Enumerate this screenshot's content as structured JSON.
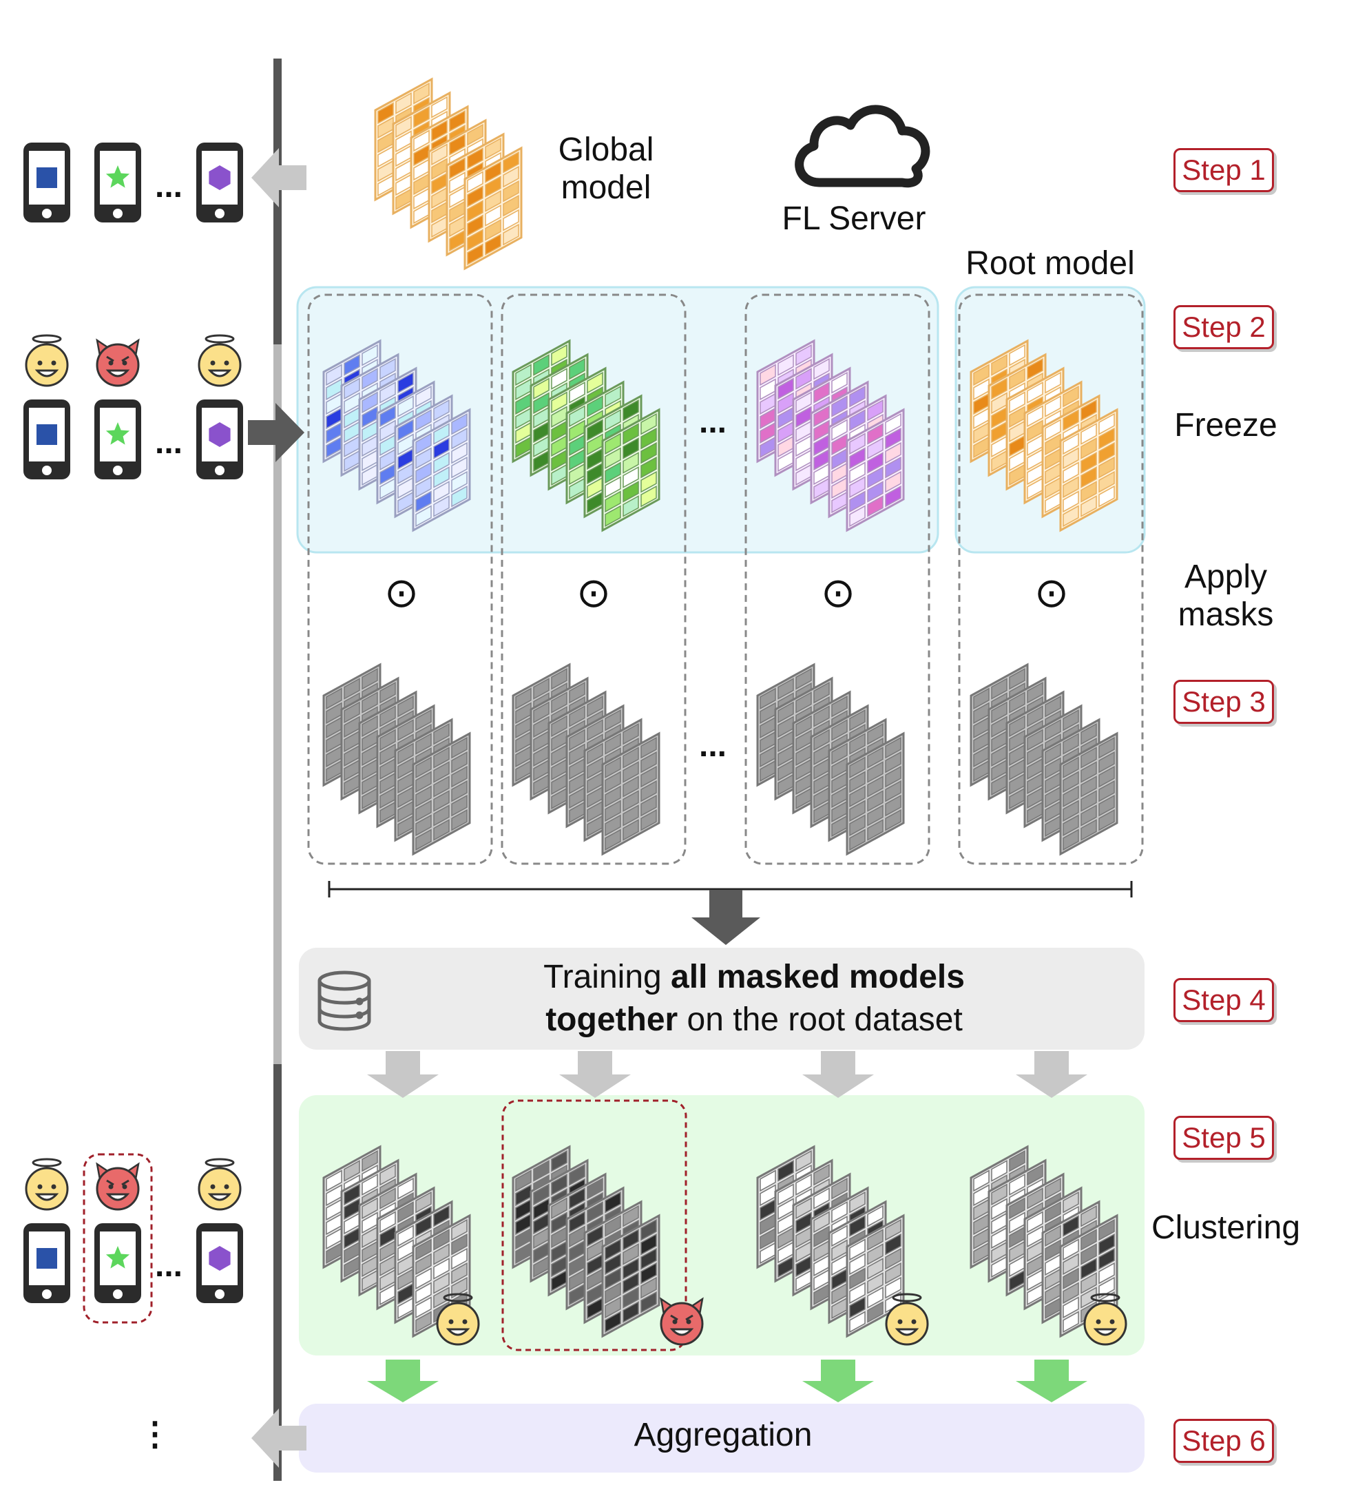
{
  "labels": {
    "global_model": "Global\nmodel",
    "fl_server": "FL Server",
    "root_model": "Root model",
    "freeze": "Freeze",
    "apply_masks": "Apply\nmasks",
    "clustering": "Clustering",
    "aggregation": "Aggregation",
    "training_part1": "Training ",
    "training_bold1": "all masked models",
    "training_bold2": "together",
    "training_part2": " on the root dataset",
    "ellipsis": "...",
    "vellipsis": "⋮",
    "odot": "⊙"
  },
  "steps": [
    "Step 1",
    "Step 2",
    "Step 3",
    "Step 4",
    "Step 5",
    "Step 6"
  ],
  "colors": {
    "step_red": "#b3202a",
    "timeline": "#555555",
    "freeze_bg": "#e8f7fb",
    "training_bg": "#ececec",
    "cluster_bg": "#e4fbe4",
    "aggregation_bg": "#eceafc",
    "arrow_gray": "#c8c8c8",
    "arrow_dark": "#5a5a5a",
    "arrow_green": "#7dd87a",
    "orange_model": "#f0a030",
    "blue_model": "#4a6cf0",
    "green_model": "#6cc040",
    "purple_model": "#c060e0"
  },
  "icons": {
    "phones": [
      "blue-square-icon",
      "green-star-icon",
      "purple-hexagon-icon"
    ],
    "faces": [
      "angel-face-icon",
      "devil-face-icon",
      "angel-face-icon"
    ],
    "server": "cloud-icon",
    "dataset": "database-icon"
  }
}
